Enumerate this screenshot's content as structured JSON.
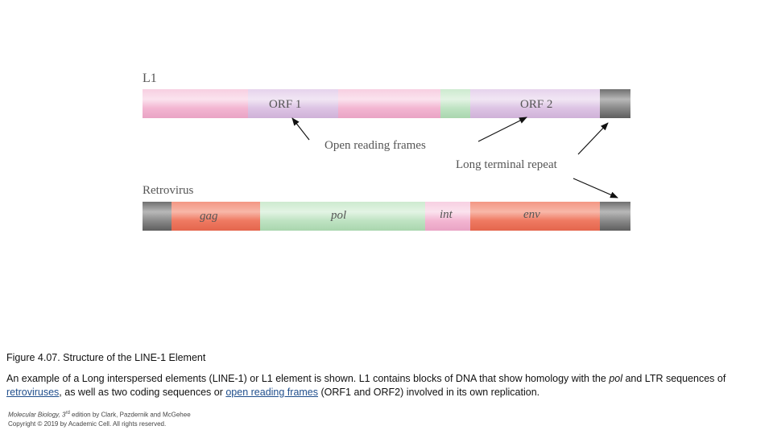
{
  "figure": {
    "l1": {
      "label": "L1",
      "segments": {
        "orf1": "ORF 1",
        "orf2": "ORF 2"
      }
    },
    "retrovirus": {
      "label": "Retrovirus",
      "segments": {
        "gag": "gag",
        "pol": "pol",
        "int": "int",
        "env": "env"
      }
    },
    "callouts": {
      "open_reading_frames": "Open reading frames",
      "long_terminal_repeat": "Long terminal repeat"
    },
    "colors": {
      "pink": "#f3b6d2",
      "lavender": "#ddc4e4",
      "green": "#bfe3c3",
      "gray": "#8a8a8a",
      "salmon": "#ef7a62"
    }
  },
  "caption": {
    "title": "Figure 4.07. Structure of the LINE-1 Element",
    "body_part1": "An example of a Long interspersed elements (LINE-1) or L1 element is shown. L1 contains blocks of DNA that show homology with the ",
    "body_pol": "pol",
    "body_part2": " and LTR sequences of ",
    "link_retroviruses": "retroviruses",
    "body_part3": ", as well as two coding sequences or ",
    "link_orf": "open reading frames",
    "body_part4": " (ORF1 and ORF2) involved in its own replication."
  },
  "credits": {
    "line1_pre": "Molecular Biology, 3",
    "line1_sup": "rd",
    "line1_post": " edition by Clark, Pazdernik and  McGehee",
    "line2": "Copyright © 2019 by Academic Cell. All rights reserved."
  }
}
